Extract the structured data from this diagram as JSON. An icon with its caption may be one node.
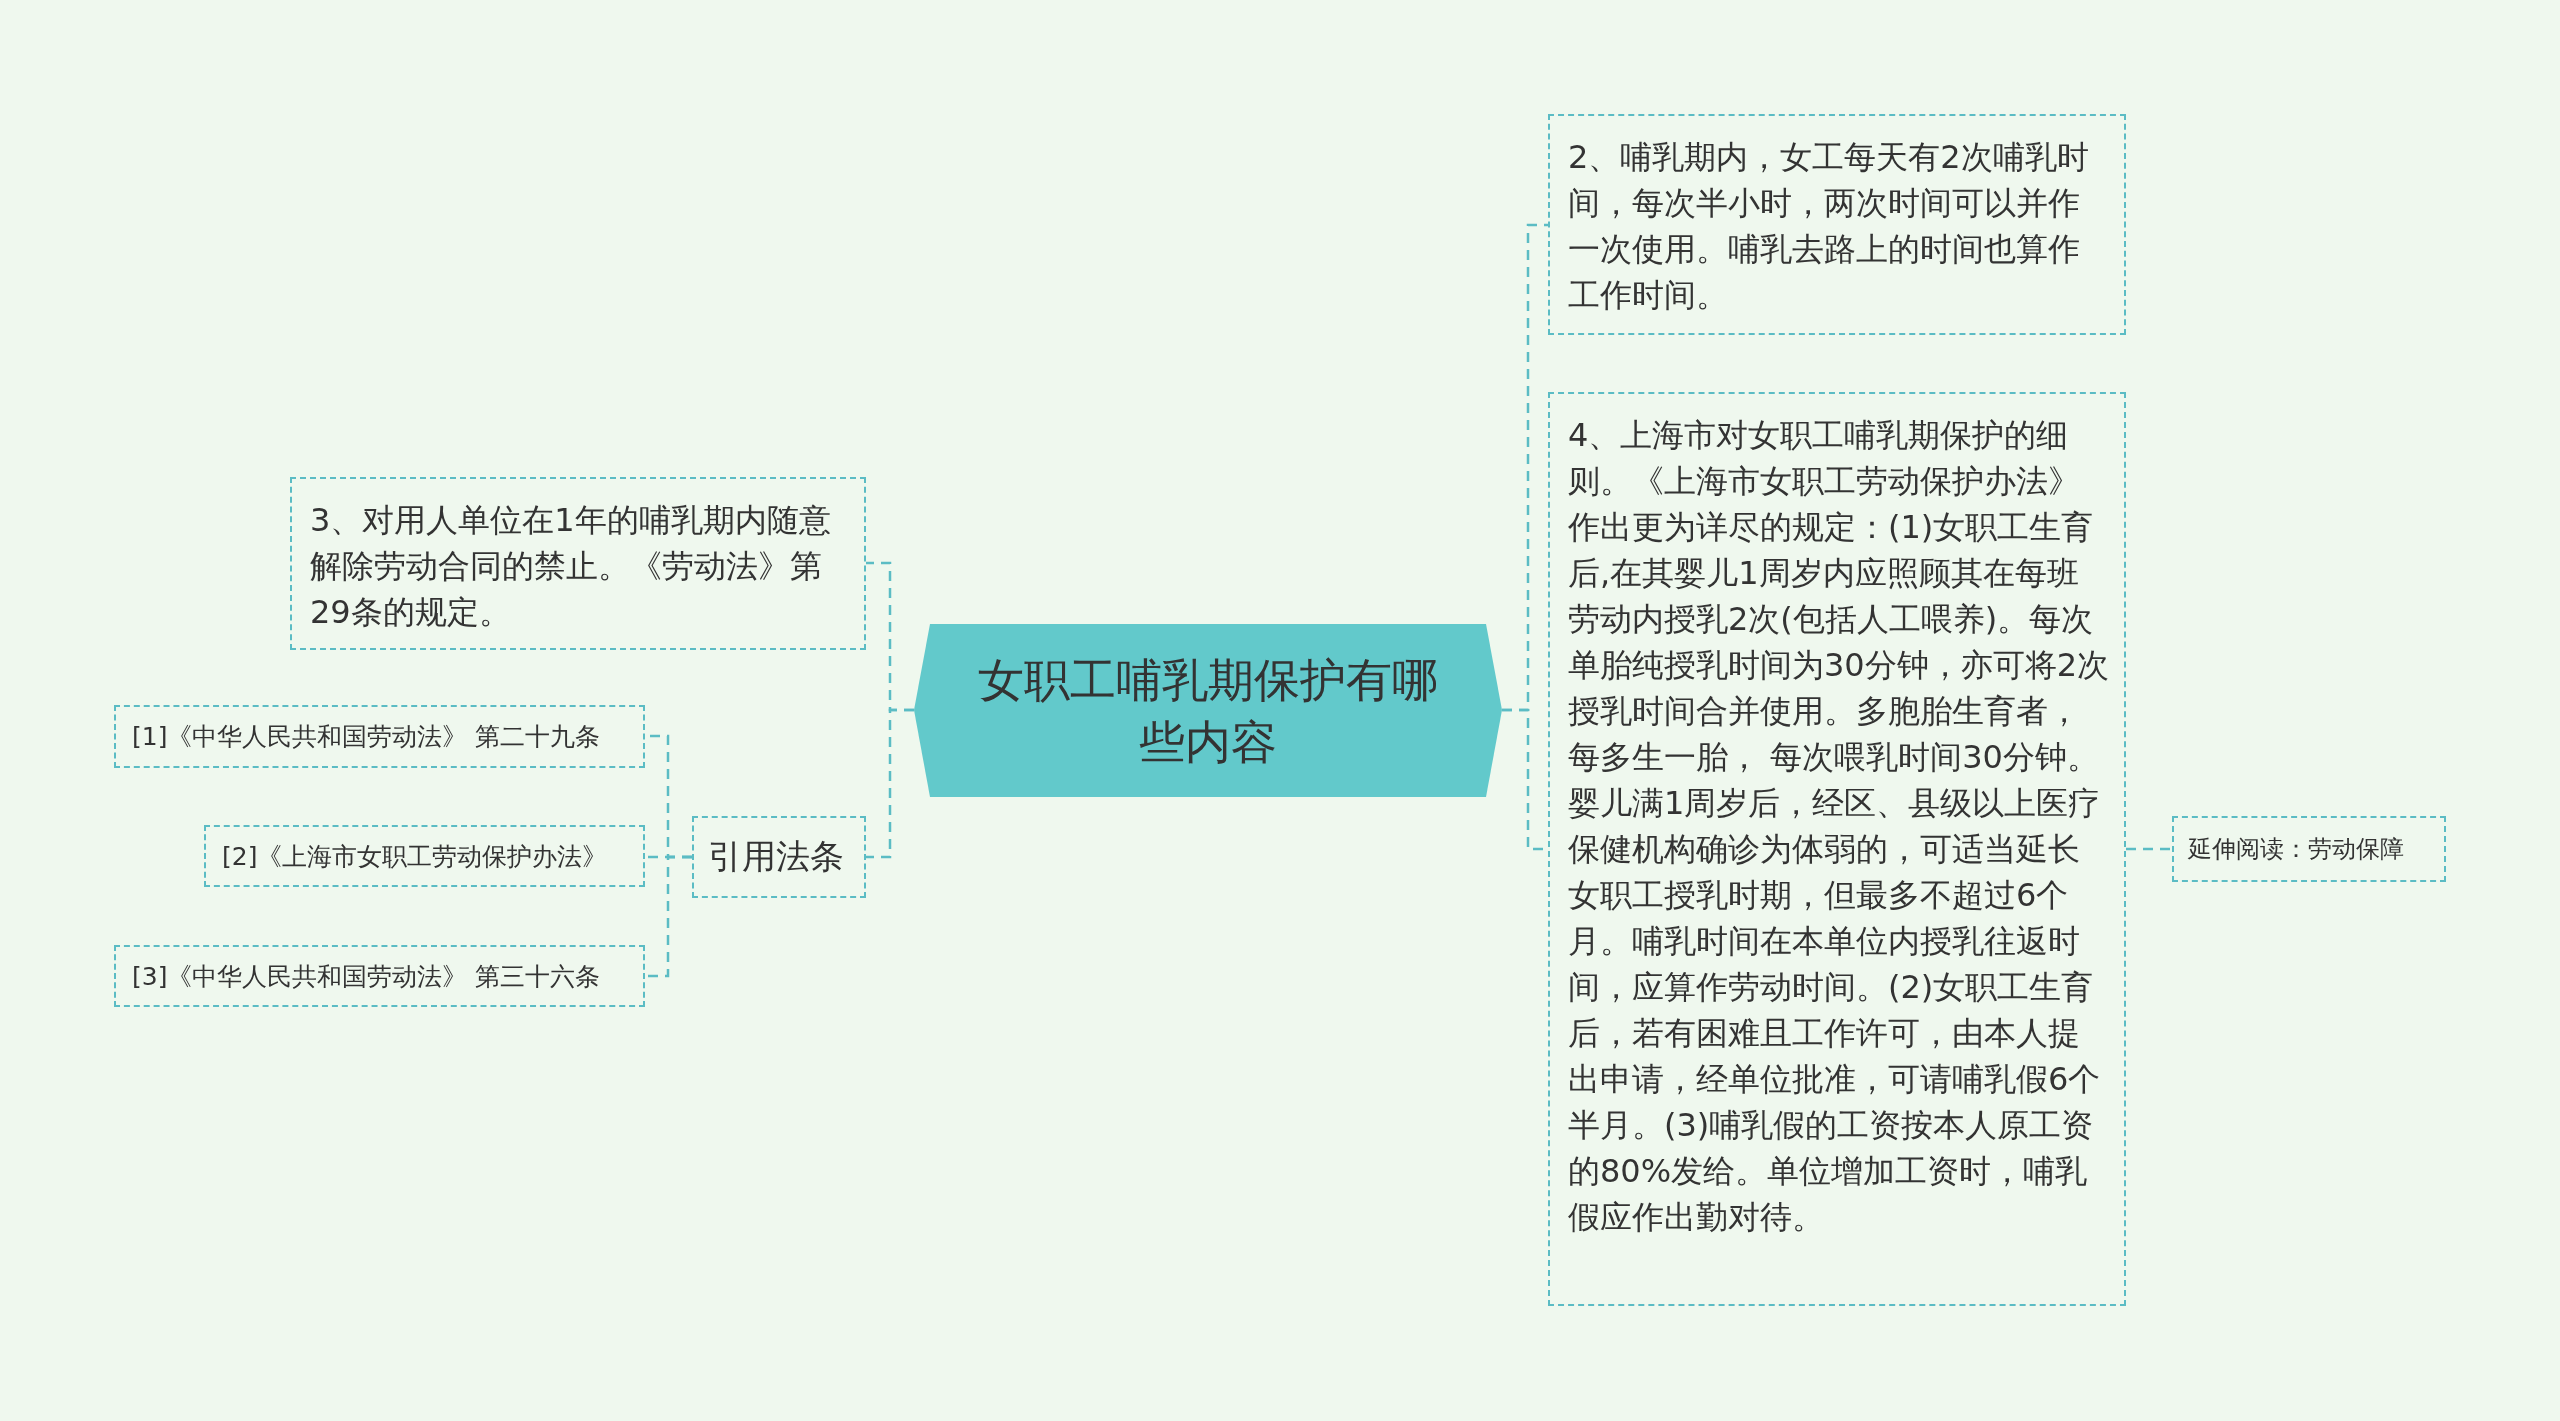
{
  "diagram": {
    "nodes": [
      {
        "text": [
          "女职工哺乳期保护有哪些内容"
        ]
      },
      {
        "text": [
          "2、哺乳期内，女工每天有2次哺乳时间，每次半小时，两次时间可以并作一次使用。哺乳去路上的时间也算作工作时间。"
        ]
      },
      {
        "text": [
          "4、上海市对女职工哺乳期保护的细则。《上海市女职工劳动保护办法》作出更为详尽的规定：(1)女职工生育后,在其婴儿1周岁内应照顾其在每班劳动内授乳2次(包括人工喂养)。每次单胎纯授乳时间为30分钟，亦可将2次授乳时间合并使用。多胞胎生育者，每多生一胎， 每次喂乳时间30分钟。婴儿满1周岁后，经区、县级以上医疗保健机构确诊为体弱的，可适当延长女职工授乳时期，但最多不超过6个月。哺乳时间在本单位内授乳往返时间，应算作劳动时间。(2)女职工生育后，若有困难且工作许可，由本人提出申请，经单位批准，可请哺乳假6个半月。(3)哺乳假的工资按本人原工资的80%发给。单位增加工资时，哺乳假应作出勤对待。"
        ]
      },
      {
        "text": [
          "延伸阅读：劳动保障"
        ]
      },
      {
        "text": [
          "3、对用人单位在1年的哺乳期内随意解除劳动合同的禁止。《劳动法》第29条的规定。"
        ]
      },
      {
        "text": [
          "引用法条"
        ]
      },
      {
        "text": [
          "[1]《中华人民共和国劳动法》 第二十九条"
        ]
      },
      {
        "text": [
          "[2]《上海市女职工劳动保护办法》"
        ]
      },
      {
        "text": [
          "[3]《中华人民共和国劳动法》 第三十六条"
        ]
      }
    ],
    "edges": [
      {
        "from": 0,
        "to": 1,
        "arrow": "none"
      },
      {
        "from": 0,
        "to": 2,
        "arrow": "none"
      },
      {
        "from": 2,
        "to": 3,
        "arrow": "none"
      },
      {
        "from": 0,
        "to": 4,
        "arrow": "none"
      },
      {
        "from": 0,
        "to": 5,
        "arrow": "none"
      },
      {
        "from": 5,
        "to": 6,
        "arrow": "none"
      },
      {
        "from": 5,
        "to": 7,
        "arrow": "none"
      },
      {
        "from": 5,
        "to": 8,
        "arrow": "none"
      }
    ]
  }
}
